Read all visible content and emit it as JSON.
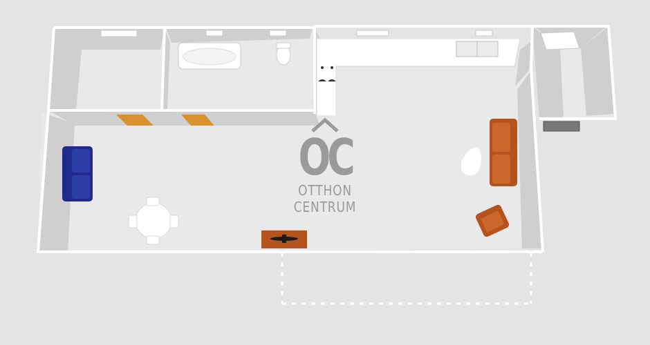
{
  "watermark": {
    "logo_text": "OC",
    "line1": "OTTHON",
    "line2": "CENTRUM"
  },
  "colors": {
    "background": "#e4e4e4",
    "floor": "#e9e9e9",
    "wall_top": "#ffffff",
    "wall_side": "#cfcfcf",
    "sofa_blue": "#1f2a8a",
    "sofa_orange": "#b4531b",
    "door_mat": "#d9912f",
    "watermark": "#9a9a9a"
  }
}
